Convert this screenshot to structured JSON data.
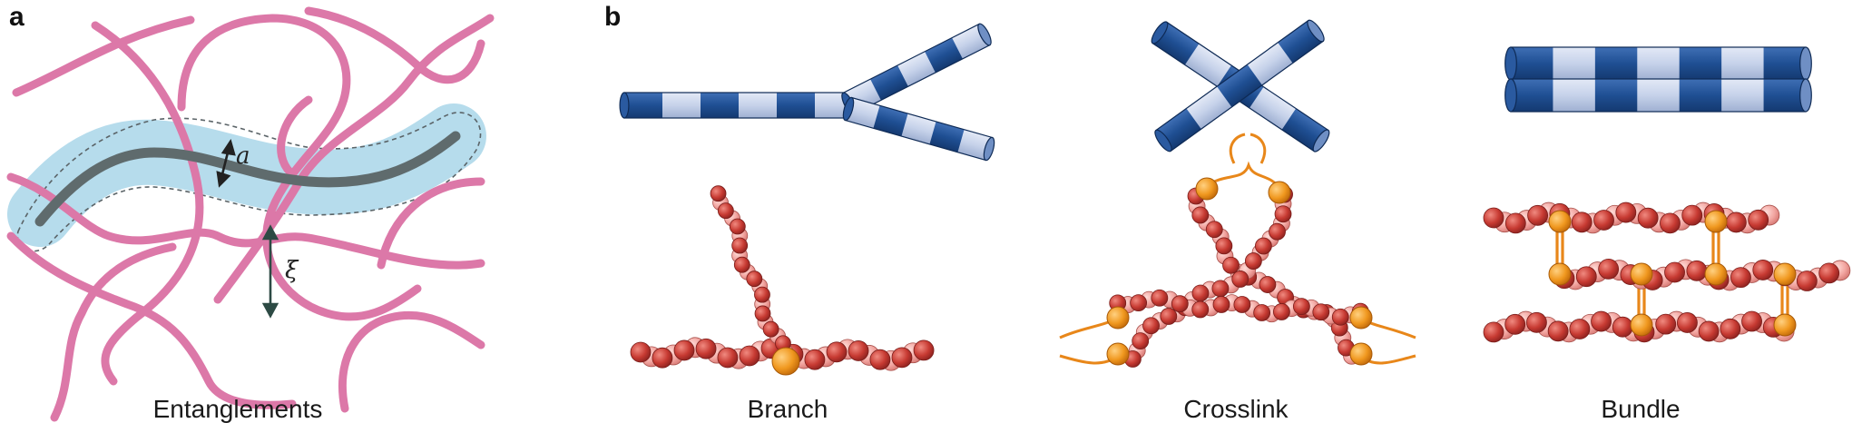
{
  "panels": {
    "a": {
      "letter": "a",
      "caption": "Entanglements",
      "tube_symbol": "a",
      "mesh_symbol": "ξ"
    },
    "b": {
      "letter": "b",
      "captions": {
        "branch": "Branch",
        "crosslink": "Crosslink",
        "bundle": "Bundle"
      }
    }
  },
  "colors": {
    "polymer_pink": "#dc78a8",
    "probe_chain": "#5f6b6d",
    "tube_fill": "#b6dcec",
    "rod_dark": "#1f4f93",
    "rod_light": "#c6d2ea",
    "bead_dark": "#c73a32",
    "bead_light": "#f2a5a0",
    "linker_orange": "#e8871a"
  }
}
